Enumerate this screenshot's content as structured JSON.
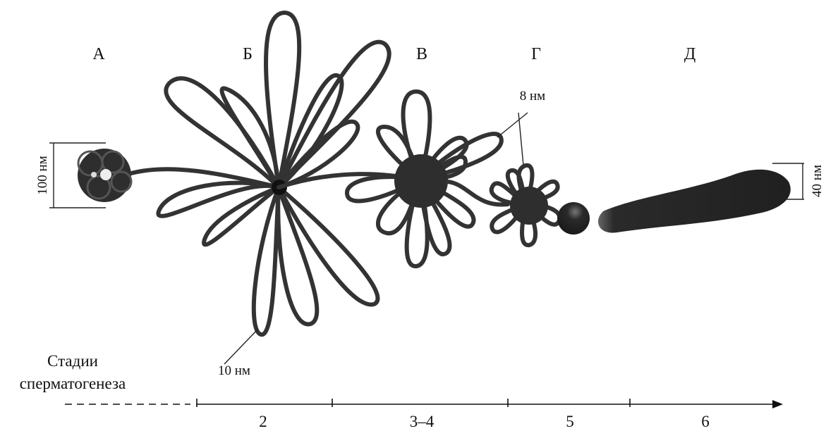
{
  "stages": {
    "a": "А",
    "b": "Б",
    "v": "В",
    "g": "Г",
    "d": "Д"
  },
  "dimensions": {
    "d100": "100 нм",
    "d40": "40 нм",
    "d8": "8 нм",
    "d10": "10 нм"
  },
  "axis": {
    "title_line1": "Стадии",
    "title_line2": "сперматогенеза",
    "ticks": [
      "2",
      "3–4",
      "5",
      "6"
    ]
  },
  "colors": {
    "chromatin": "#333333",
    "background": "#ffffff"
  }
}
